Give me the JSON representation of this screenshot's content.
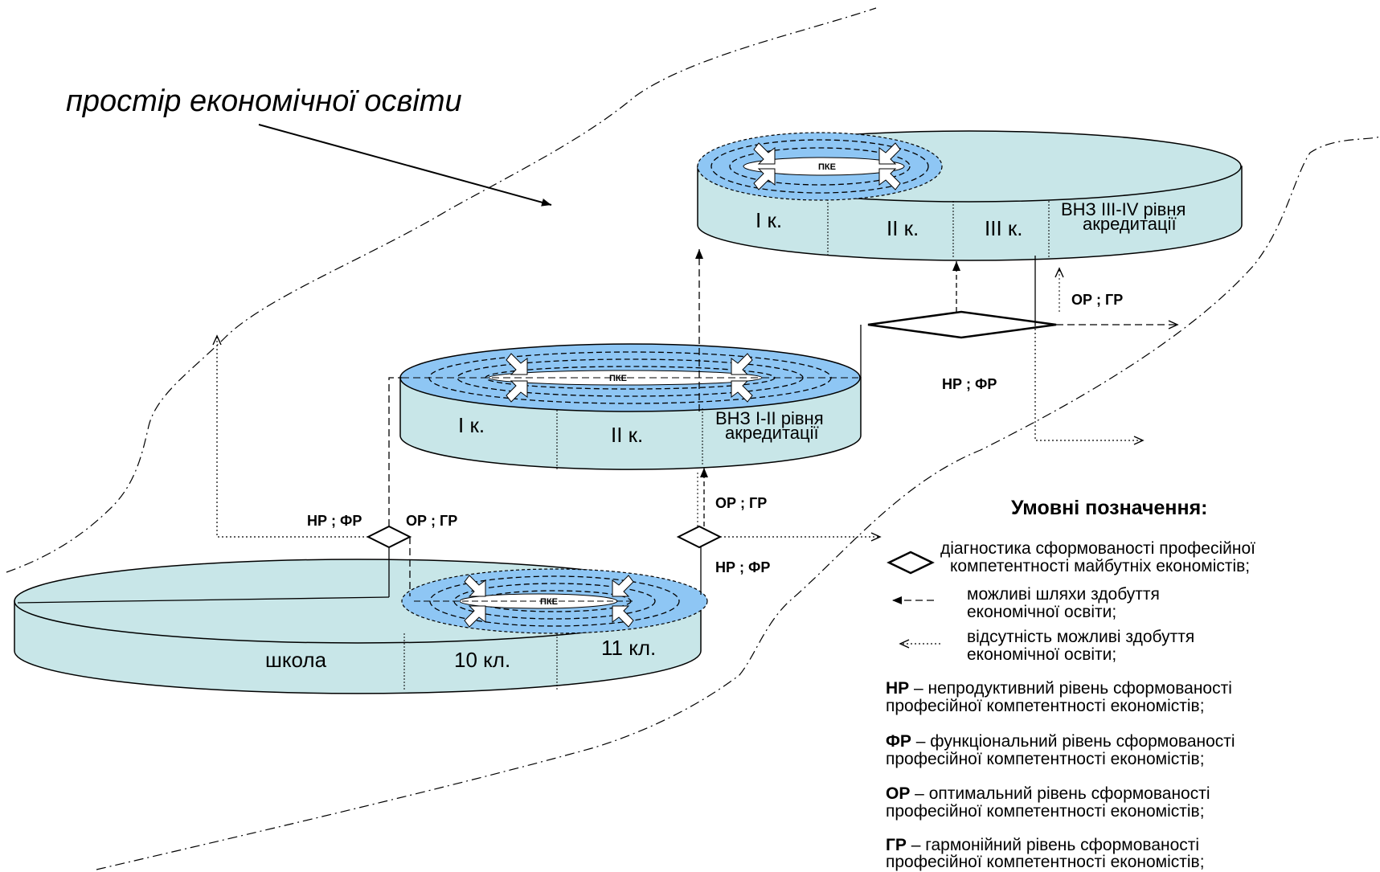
{
  "title": "простір економічної освіти",
  "school": {
    "name": "школа",
    "grades": [
      "10 кл.",
      "11 кл."
    ]
  },
  "pke_label": "ПКЕ",
  "university_1_2": {
    "name": [
      "ВНЗ I-II рівня",
      "акредитації"
    ],
    "courses": [
      "I к.",
      "II к."
    ]
  },
  "university_3_4": {
    "name": [
      "ВНЗ III-IV рівня",
      "акредитації"
    ],
    "courses": [
      "I к.",
      "II к.",
      "III к."
    ]
  },
  "level_labels": {
    "hr_fr": "НР ; ФР",
    "or_gr": "ОР ; ГР"
  },
  "legend": {
    "heading": "Умовні позначення:",
    "diagnostic": [
      "діагностика сформованості професійної",
      "компетентності майбутніх економістів;"
    ],
    "possible_paths": [
      "можливі шляхи здобуття",
      "економічної освіти;"
    ],
    "no_possibility": [
      "відсутність можливі здобуття",
      "економічної освіти;"
    ],
    "levels": [
      {
        "abbr": "НР",
        "line1": " – непродуктивний рівень сформованості",
        "line2": "професійної компетентності економістів;"
      },
      {
        "abbr": "ФР",
        "line1": " – функціональний рівень сформованості",
        "line2": "професійної компетентності економістів;"
      },
      {
        "abbr": "ОР",
        "line1": " – оптимальний рівень сформованості",
        "line2": "професійної компетентності економістів;"
      },
      {
        "abbr": "ГР",
        "line1": " – гармонійний рівень сформованості",
        "line2": "професійної компетентності економістів;"
      }
    ]
  },
  "colors": {
    "cylinder_fill": "#c8e6e8",
    "zone_fill": "#8ec6f4",
    "stroke": "#000000"
  }
}
